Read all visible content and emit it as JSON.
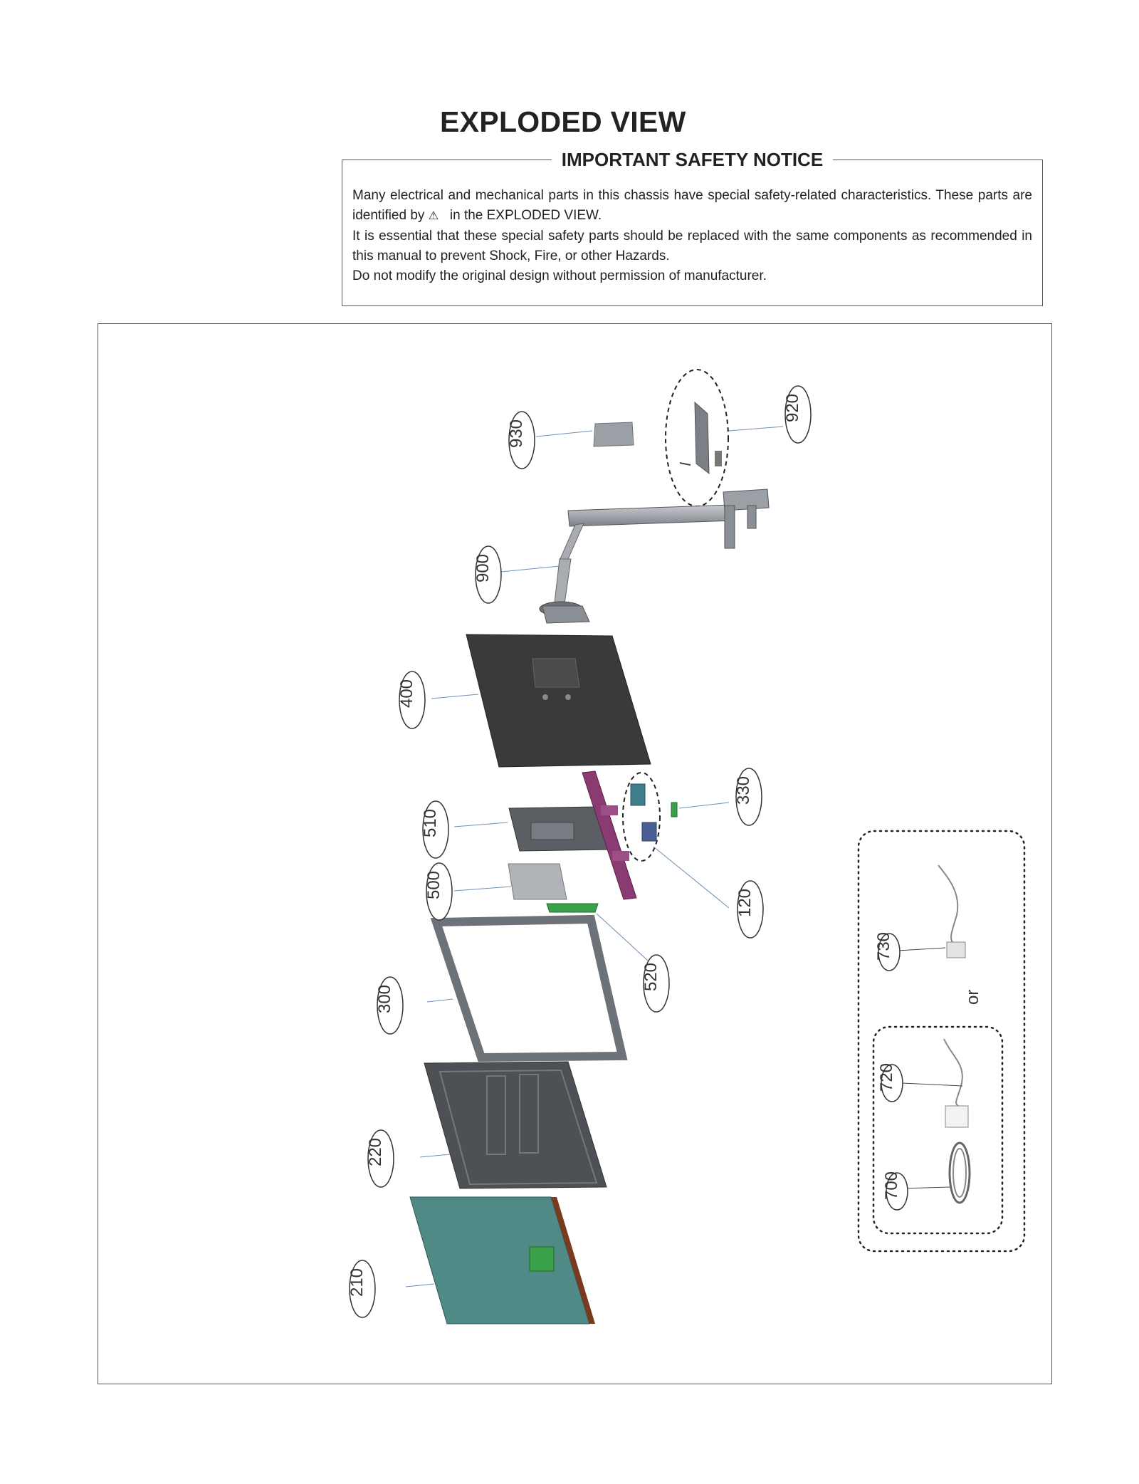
{
  "page": {
    "title": "EXPLODED VIEW"
  },
  "notice": {
    "title": "IMPORTANT SAFETY NOTICE",
    "line1_pre": "Many electrical and mechanical parts in this chassis have special safety-related characteristics. These parts are identified by",
    "warning_icon": "warning-triangle-icon",
    "line1_post": "in the  EXPLODED VIEW.",
    "line2": "It is essential that these special safety parts should be replaced with the same components as recommended in this manual to prevent Shock, Fire, or other Hazards.",
    "line3": "Do not modify the original design without permission of manufacturer."
  },
  "diagram": {
    "or_text": "or",
    "callouts": {
      "p930": "930",
      "p920": "920",
      "p900": "900",
      "p400": "400",
      "p330": "330",
      "p510": "510",
      "p500": "500",
      "p120": "120",
      "p520": "520",
      "p300": "300",
      "p220": "220",
      "p210": "210",
      "p730": "730",
      "p720": "720",
      "p700": "700"
    },
    "colors": {
      "main_board": "#4f8a87",
      "back_cover": "#3a3a3a",
      "bracket": "#8a3c72",
      "green_parts": "#3aa04a",
      "stand": "#8a8f96"
    }
  }
}
